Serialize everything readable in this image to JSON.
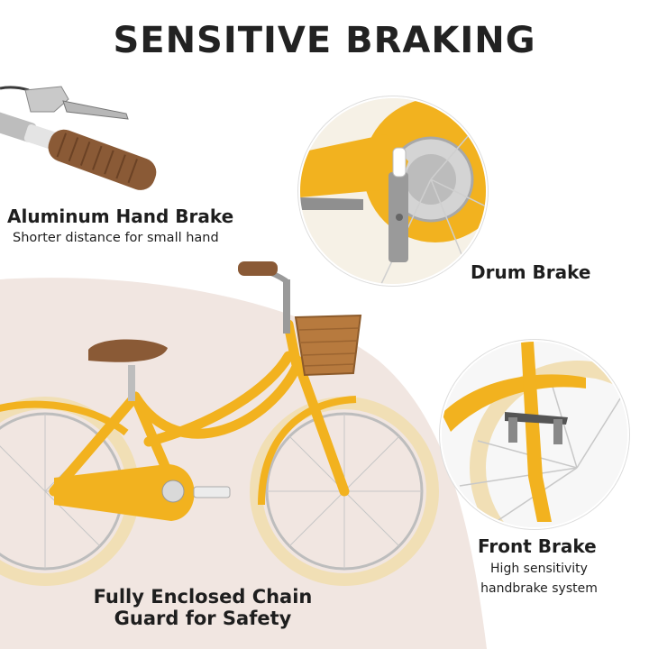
{
  "title": "SENSITIVE BRAKING",
  "hand_brake": {
    "title": "Aluminum Hand Brake",
    "subtitle": "Shorter distance for small hand"
  },
  "drum_brake": {
    "title": "Drum Brake"
  },
  "front_brake": {
    "title": "Front Brake",
    "subtitle": "High sensitivity handbrake system"
  },
  "chain_guard": {
    "title": "Fully Enclosed Chain Guard for Safety"
  },
  "colors": {
    "background": "#ffffff",
    "blob": "#f1e6e1",
    "frame_yellow": "#f2b21f",
    "tire_cream": "#f1dfb5",
    "saddle_brown": "#8a5a36",
    "basket": "#b77a3e",
    "text": "#1e1e1e"
  }
}
